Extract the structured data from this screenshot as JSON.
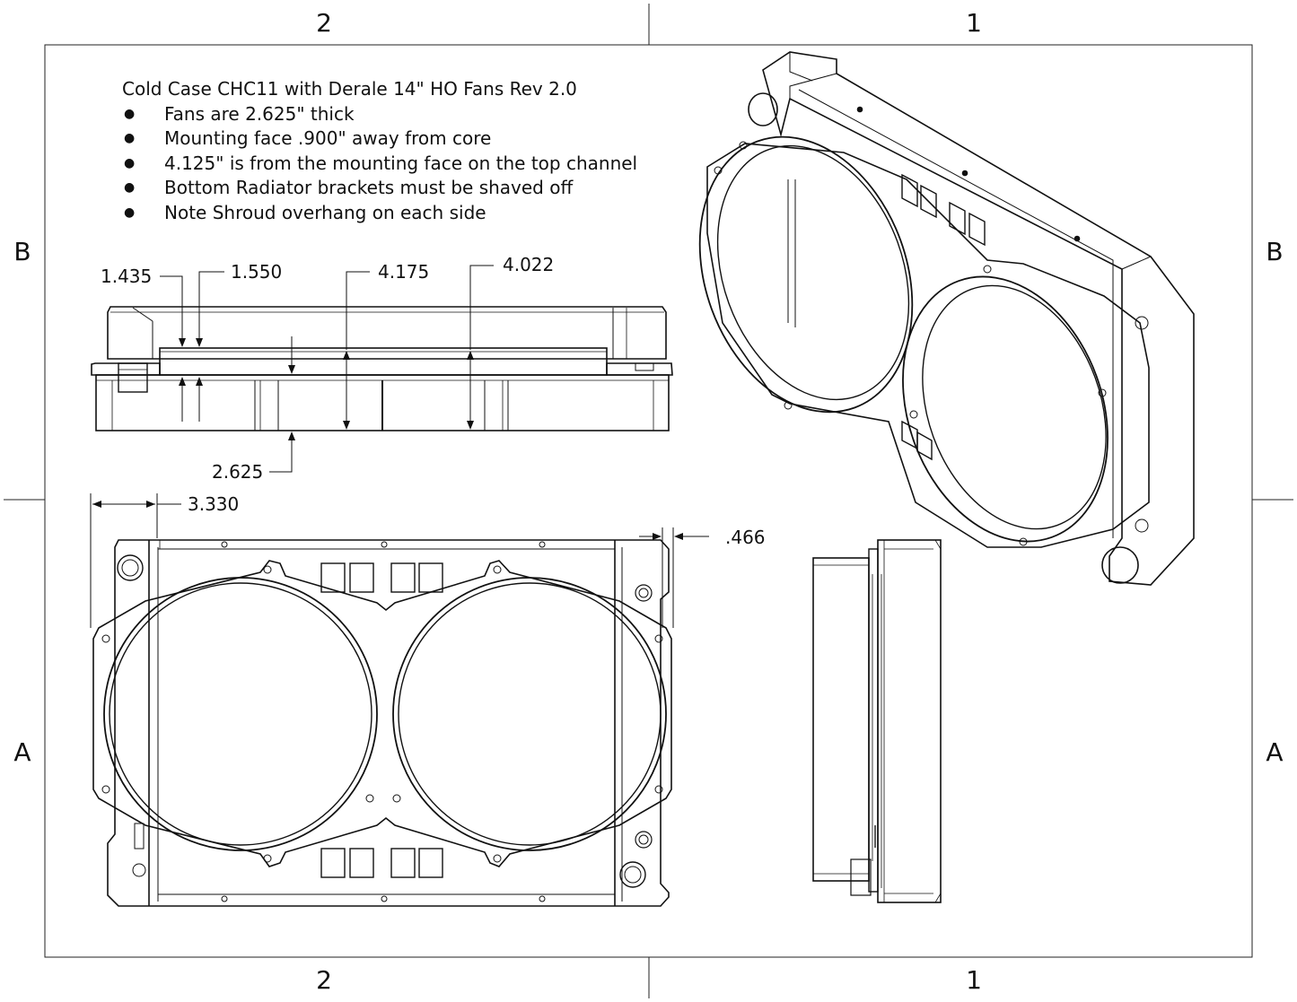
{
  "border": {
    "top_zones": [
      "2",
      "1"
    ],
    "bottom_zones": [
      "2",
      "1"
    ],
    "left_zones": [
      "B",
      "A"
    ],
    "right_zones": [
      "B",
      "A"
    ]
  },
  "notes": {
    "title": "Cold Case CHC11 with Derale 14\" HO Fans Rev 2.0",
    "items": [
      "Fans are 2.625\" thick",
      "Mounting face .900\" away from core",
      "4.125\" is from the mounting face on the top channel",
      "Bottom Radiator brackets must be shaved off",
      "Note Shroud overhang on each side"
    ],
    "bullet": "●"
  },
  "dimensions": {
    "d1435": "1.435",
    "d1550": "1.550",
    "d4175": "4.175",
    "d4022": "4.022",
    "d2625": "2.625",
    "d3330": "3.330",
    "d466": ".466"
  }
}
